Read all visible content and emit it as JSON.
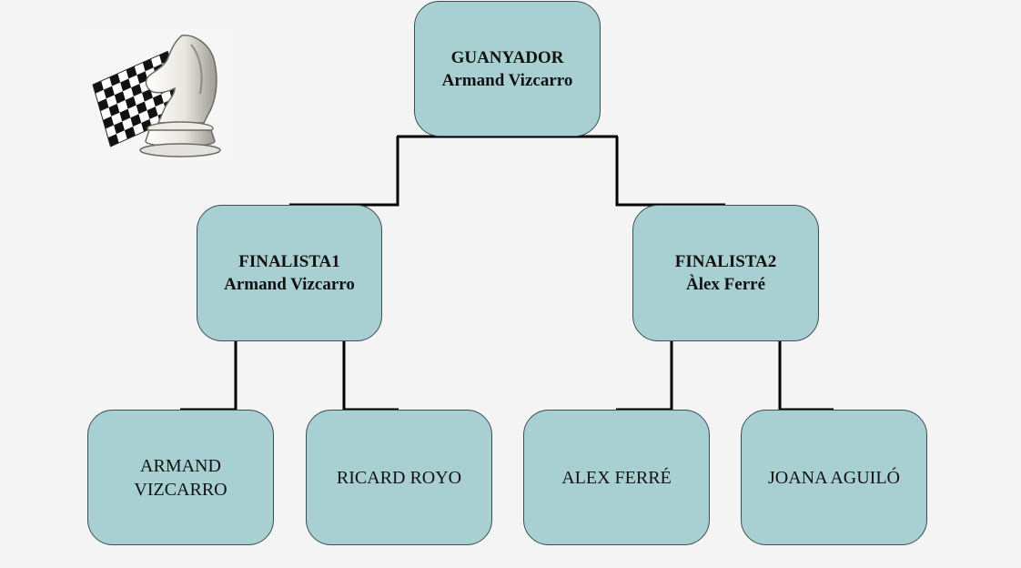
{
  "bracket": {
    "winner": {
      "title": "GUANYADOR",
      "name": "Armand Vizcarro"
    },
    "finalist1": {
      "title": "FINALISTA1",
      "name": "Armand Vizcarro"
    },
    "finalist2": {
      "title": "FINALISTA2",
      "name": "Àlex Ferré"
    },
    "players": [
      {
        "line1": "ARMAND",
        "line2": "VIZCARRO"
      },
      {
        "line1": "RICARD ROYO",
        "line2": ""
      },
      {
        "line1": "ALEX FERRÉ",
        "line2": ""
      },
      {
        "line1": "JOANA AGUILÓ",
        "line2": ""
      }
    ]
  },
  "colors": {
    "node_fill": "#a8d0d3",
    "node_border": "#3c4e52",
    "connector": "#000000",
    "background": "#f4f4f4"
  },
  "logo": {
    "icon": "chess-knight-board-icon"
  }
}
